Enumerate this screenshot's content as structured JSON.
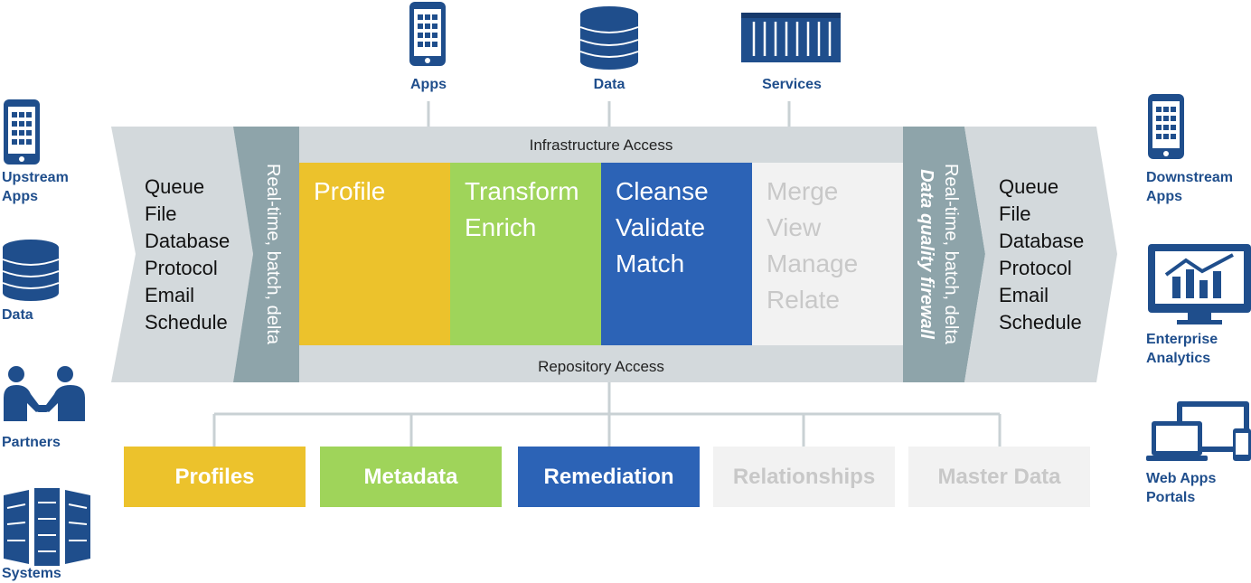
{
  "top_sources": [
    {
      "label": "Apps",
      "icon": "mobile-phone-icon"
    },
    {
      "label": "Data",
      "icon": "database-icon"
    },
    {
      "label": "Services",
      "icon": "server-rack-icon"
    }
  ],
  "left_sources": [
    {
      "label": [
        "Upstream",
        "Apps"
      ],
      "icon": "mobile-phone-icon"
    },
    {
      "label": [
        "Data"
      ],
      "icon": "database-icon"
    },
    {
      "label": [
        "Partners"
      ],
      "icon": "handshake-icon"
    },
    {
      "label": [
        "Systems"
      ],
      "icon": "server-cluster-icon"
    }
  ],
  "right_targets": [
    {
      "label": [
        "Downstream",
        "Apps"
      ],
      "icon": "mobile-phone-icon"
    },
    {
      "label": [
        "Enterprise",
        "Analytics"
      ],
      "icon": "analytics-monitor-icon"
    },
    {
      "label": [
        "Web Apps",
        "Portals"
      ],
      "icon": "multi-device-icon"
    }
  ],
  "input_methods": [
    "Queue",
    "File",
    "Database",
    "Protocol",
    "Email",
    "Schedule"
  ],
  "output_methods": [
    "Queue",
    "File",
    "Database",
    "Protocol",
    "Email",
    "Schedule"
  ],
  "modes_text": "Real-time, batch, delta",
  "firewall_text": "Data quality firewall",
  "infrastructure_access": "Infrastructure Access",
  "repository_access": "Repository Access",
  "stages": [
    {
      "lines": [
        "Profile"
      ],
      "color": "#ecc22c"
    },
    {
      "lines": [
        "Transform",
        "Enrich"
      ],
      "color": "#9fd45a"
    },
    {
      "lines": [
        "Cleanse",
        "Validate",
        "Match"
      ],
      "color": "#2c63b6"
    },
    {
      "lines": [
        "Merge",
        "View",
        "Manage",
        "Relate"
      ],
      "color": "#f2f2f2"
    }
  ],
  "repositories": [
    {
      "label": "Profiles",
      "color": "#ecc22c"
    },
    {
      "label": "Metadata",
      "color": "#9fd45a"
    },
    {
      "label": "Remediation",
      "color": "#2c63b6"
    },
    {
      "label": "Relationships",
      "color": "#f2f2f2"
    },
    {
      "label": "Master Data",
      "color": "#f2f2f2"
    }
  ],
  "colors": {
    "icon": "#1f4e8c",
    "band": "#d3d9dc",
    "mode_band": "#8ea4aa",
    "connector": "#c9d1d4",
    "muted_text": "#c8c8c8"
  }
}
